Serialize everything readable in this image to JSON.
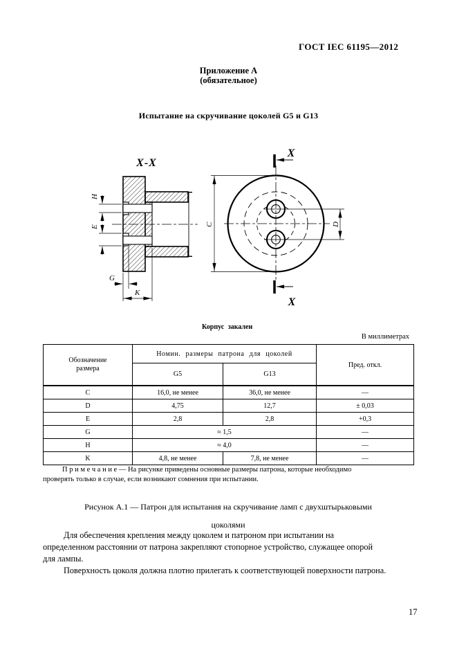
{
  "header": {
    "gost": "ГОСТ IEC 61195—2012"
  },
  "appendix": {
    "heading": "Приложение А\n(обязательное)",
    "title": "Испытание на скручивание цоколей G5 и G13"
  },
  "drawing": {
    "section_label": "X-X",
    "cut_label_top": "X",
    "cut_label_bottom": "X",
    "labels": {
      "h": "H",
      "e": "E",
      "g": "G",
      "k": "K",
      "c": "C",
      "d": "D"
    },
    "note": "Корпус закален"
  },
  "table": {
    "units": "В миллиметрах",
    "headers": {
      "designation": "Обозначение\nразмера",
      "group": "Номин. размеры патрона для цоколей",
      "g5": "G5",
      "g13": "G13",
      "tolerance": "Пред. откл."
    },
    "rows": [
      {
        "designation": "C",
        "g5": "16,0, не менее",
        "g13": "36,0, не менее",
        "tolerance": "—"
      },
      {
        "designation": "D",
        "g5": "4,75",
        "g13": "12,7",
        "tolerance": "± 0,03"
      },
      {
        "designation": "E",
        "g5": "2,8",
        "g13": "2,8",
        "tolerance": "+0,3"
      },
      {
        "designation": "G",
        "value": "≈ 1,5",
        "tolerance": "—"
      },
      {
        "designation": "H",
        "value": "≈ 4,0",
        "tolerance": "—"
      },
      {
        "designation": "K",
        "g5": "4,8, не менее",
        "g13": "7,8, не менее",
        "tolerance": "—"
      }
    ]
  },
  "note": {
    "text": "П р и м е ч а н и е — На рисунке приведены основные размеры патрона, которые необходимо\nпроверять только в случае, если возникают сомнения при испытании."
  },
  "figure": {
    "caption": "Рисунок А.1 — Патрон для испытания на скручивание ламп с двухштырьковыми\nцоколями"
  },
  "body": {
    "paragraph1": "Для обеспечения крепления между цоколем и патроном при испытании на\nопределенном расстоянии от патрона закрепляют стопорное устройство, служащее опорой\nдля лампы.",
    "paragraph2": "Поверхность цоколя должна плотно прилегать к соответствующей поверхности патрона."
  },
  "footer": {
    "page_number": "17"
  }
}
